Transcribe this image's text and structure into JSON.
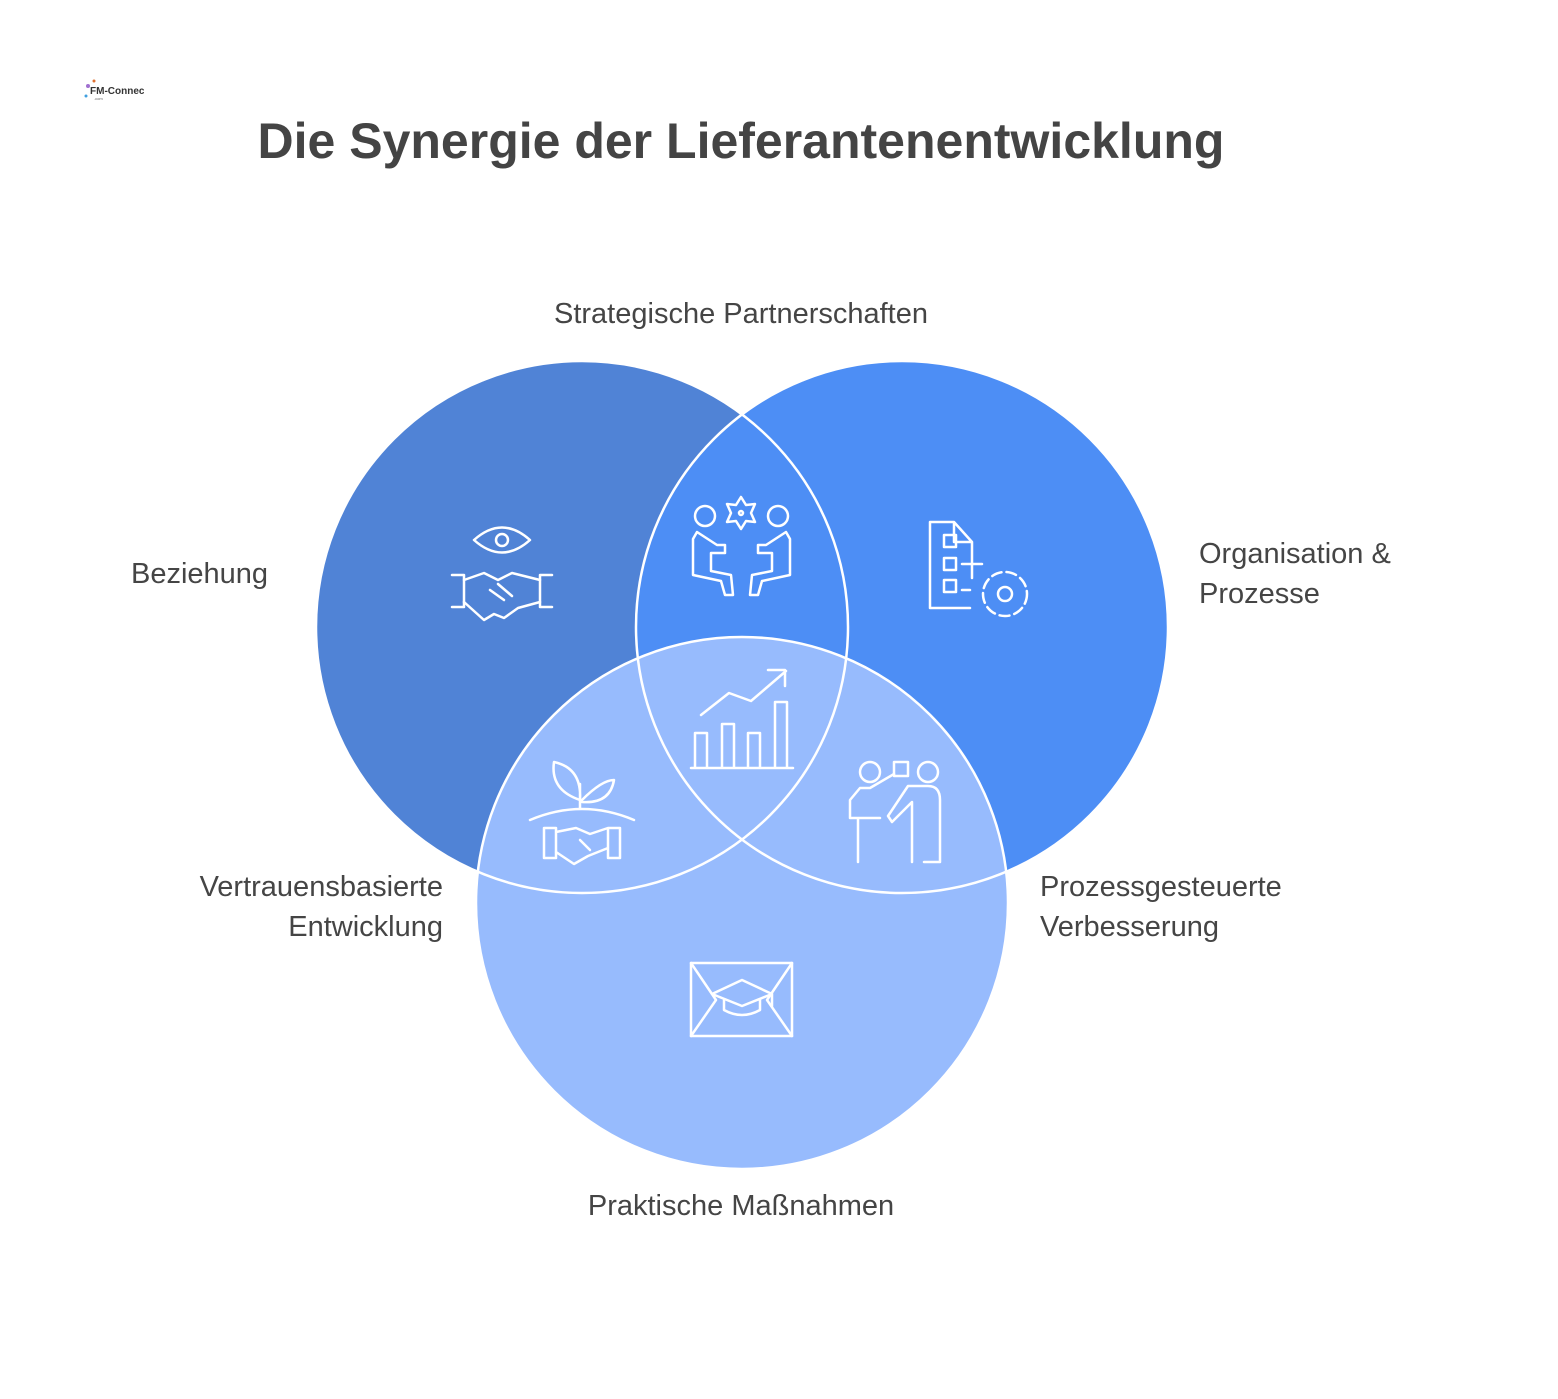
{
  "logo": {
    "text": "FM-Connect.com"
  },
  "title": "Die Synergie der Lieferantenentwicklung",
  "labels": {
    "top": "Strategische Partnerschaften",
    "left": "Beziehung",
    "right_line1": "Organisation &",
    "right_line2": "Prozesse",
    "lower_left_line1": "Vertrauensbasierte",
    "lower_left_line2": "Entwicklung",
    "lower_right_line1": "Prozessgesteuerte",
    "lower_right_line2": "Verbesserung",
    "bottom": "Praktische Maßnahmen"
  },
  "circles": [
    {
      "name": "Beziehung",
      "color": "#5083d6",
      "icon": "handshake-eye-icon"
    },
    {
      "name": "Organisation & Prozesse",
      "color": "#4d8ef5",
      "icon": "document-gear-icon"
    },
    {
      "name": "Praktische Maßnahmen",
      "color": "#97bbfd",
      "icon": "graduation-cap-icon"
    }
  ],
  "intersections": [
    {
      "name": "Strategische Partnerschaften",
      "icon": "people-collaboration-icon"
    },
    {
      "name": "Vertrauensbasierte Entwicklung",
      "icon": "plant-handshake-icon"
    },
    {
      "name": "Prozessgesteuerte Verbesserung",
      "icon": "presenter-icon"
    },
    {
      "name": "center",
      "icon": "growth-chart-icon"
    }
  ]
}
